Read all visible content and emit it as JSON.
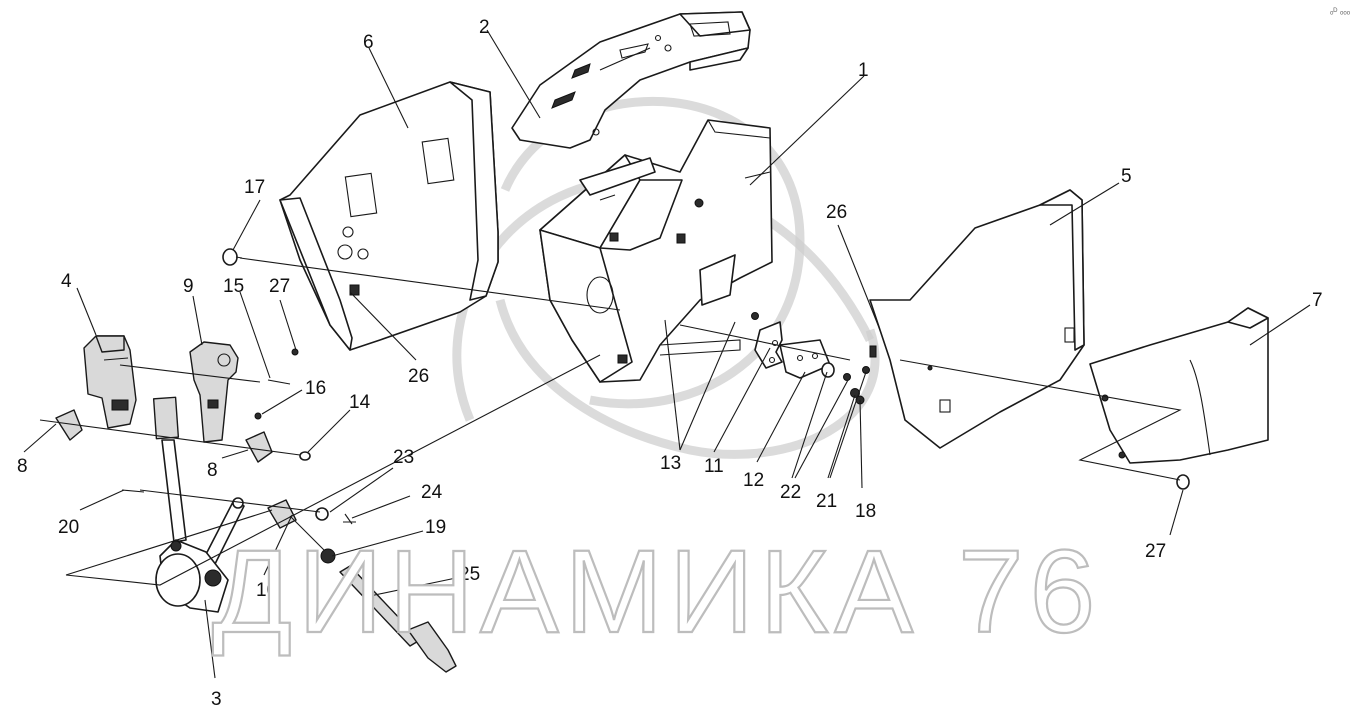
{
  "diagram": {
    "watermark": "ДИНАМИКА 76",
    "corner_mark": "ₒᴰ ₒₒₒ",
    "callouts": [
      {
        "id": "c1",
        "text": "1"
      },
      {
        "id": "c2",
        "text": "2"
      },
      {
        "id": "c3",
        "text": "3"
      },
      {
        "id": "c4",
        "text": "4"
      },
      {
        "id": "c5",
        "text": "5"
      },
      {
        "id": "c6",
        "text": "6"
      },
      {
        "id": "c7",
        "text": "7"
      },
      {
        "id": "c8a",
        "text": "8"
      },
      {
        "id": "c8b",
        "text": "8"
      },
      {
        "id": "c9",
        "text": "9"
      },
      {
        "id": "c10",
        "text": "10"
      },
      {
        "id": "c11",
        "text": "11"
      },
      {
        "id": "c12",
        "text": "12"
      },
      {
        "id": "c13",
        "text": "13"
      },
      {
        "id": "c14",
        "text": "14"
      },
      {
        "id": "c15",
        "text": "15"
      },
      {
        "id": "c16",
        "text": "16"
      },
      {
        "id": "c17",
        "text": "17"
      },
      {
        "id": "c18",
        "text": "18"
      },
      {
        "id": "c19",
        "text": "19"
      },
      {
        "id": "c20",
        "text": "20"
      },
      {
        "id": "c21",
        "text": "21"
      },
      {
        "id": "c22",
        "text": "22"
      },
      {
        "id": "c23",
        "text": "23"
      },
      {
        "id": "c24",
        "text": "24"
      },
      {
        "id": "c25",
        "text": "25"
      },
      {
        "id": "c26a",
        "text": "26"
      },
      {
        "id": "c26b",
        "text": "26"
      },
      {
        "id": "c27a",
        "text": "27"
      },
      {
        "id": "c27b",
        "text": "27"
      }
    ]
  }
}
